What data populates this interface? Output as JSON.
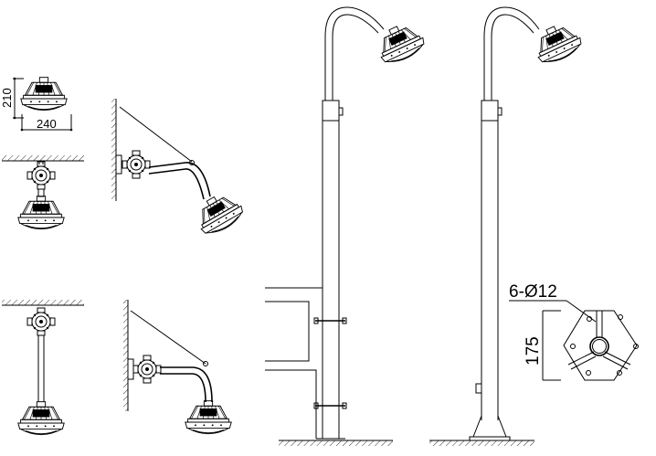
{
  "drawing": {
    "title": "Explosion-proof lamp installation methods",
    "dimensions": {
      "lamp_height": "210",
      "lamp_width": "240",
      "base_holes": "6-Ø12",
      "base_plate_size": "175"
    },
    "views": [
      "lamp-dimension-view",
      "ceiling-mount-short",
      "wall-bracket-mount-upper",
      "ceiling-mount-pendant-pole",
      "wall-bracket-mount-lower",
      "pole-mount-wall-clamped",
      "pole-mount-flange-base",
      "base-plate-plan"
    ]
  }
}
